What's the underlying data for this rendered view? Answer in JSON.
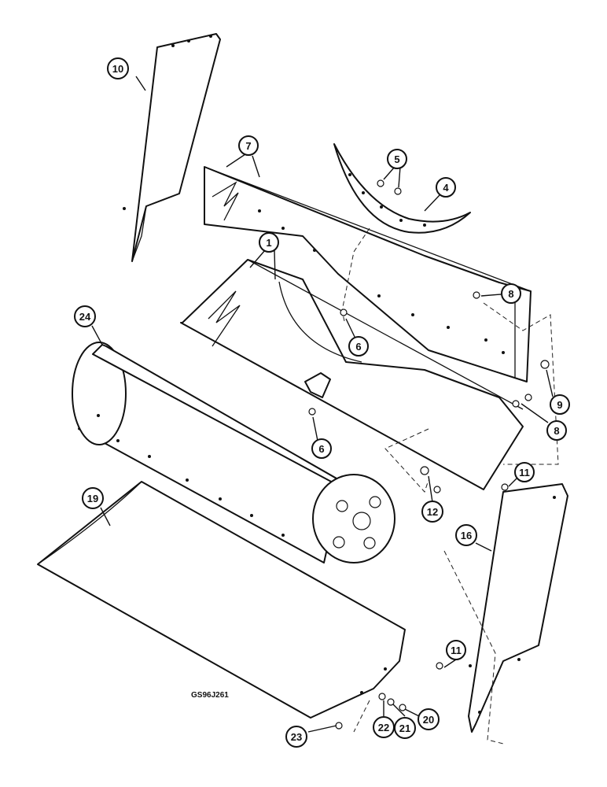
{
  "figure_code": "GS96J261",
  "callouts": {
    "c1": "1",
    "c4": "4",
    "c5": "5",
    "c6a": "6",
    "c6b": "6",
    "c7": "7",
    "c8a": "8",
    "c8b": "8",
    "c9": "9",
    "c10": "10",
    "c11a": "11",
    "c11b": "11",
    "c12": "12",
    "c16": "16",
    "c19": "19",
    "c20": "20",
    "c21": "21",
    "c22": "22",
    "c23": "23",
    "c24": "24"
  }
}
